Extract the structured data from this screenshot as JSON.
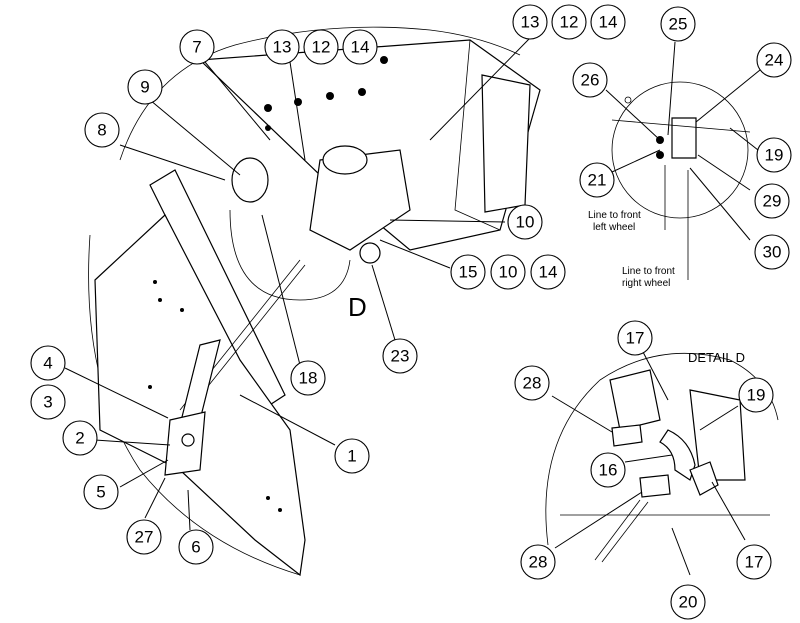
{
  "callouts": {
    "c13a": "13",
    "c12a": "12",
    "c14a": "14",
    "c7": "7",
    "c13b": "13",
    "c12b": "12",
    "c14b": "14",
    "c9": "9",
    "c8": "8",
    "c10a": "10",
    "c15": "15",
    "c10b": "10",
    "c14c": "14",
    "c23": "23",
    "c18": "18",
    "c4": "4",
    "c3": "3",
    "c2": "2",
    "c1": "1",
    "c5": "5",
    "c27": "27",
    "c6": "6",
    "c25": "25",
    "c24": "24",
    "c26": "26",
    "c19a": "19",
    "c21": "21",
    "c29": "29",
    "c30": "30",
    "c17a": "17",
    "c28a": "28",
    "c19b": "19",
    "c16": "16",
    "c28b": "28",
    "c17b": "17",
    "c20": "20"
  },
  "labels": {
    "view_d": "D",
    "detail_title": "DETAIL D",
    "line_left": [
      "Line to front",
      "left wheel"
    ],
    "line_right": [
      "Line to front",
      "right wheel"
    ]
  }
}
